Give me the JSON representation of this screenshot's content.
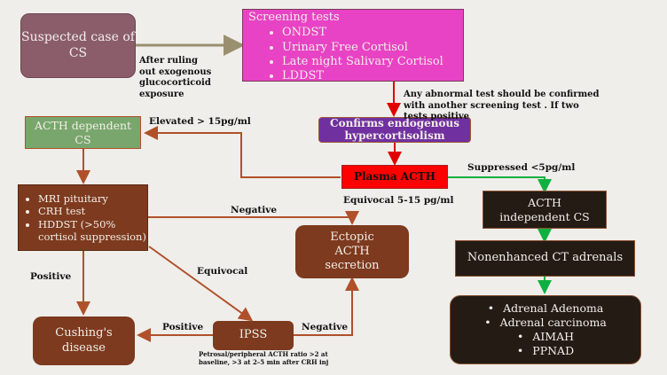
{
  "nodes": {
    "suspected": "Suspected case of CS",
    "screening_title": "Screening tests",
    "screening_items": [
      "ONDST",
      "Urinary Free Cortisol",
      "Late night Salivary Cortisol",
      "LDDST"
    ],
    "confirms": "Confirms endogenous hypercortisolism",
    "plasma_acth": "Plasma ACTH",
    "acth_dependent": "ACTH dependent CS",
    "dependent_tests": [
      "MRI pituitary",
      "CRH test",
      "HDDST (>50% cortisol suppression)"
    ],
    "ectopic": "Ectopic ACTH secretion",
    "cushings": "Cushing's disease",
    "ipss": "IPSS",
    "acth_independent": "ACTH independent CS",
    "ct": "Nonenhanced CT adrenals",
    "adrenal_items": [
      "Adrenal Adenoma",
      "Adrenal carcinoma",
      "AIMAH",
      "PPNAD"
    ]
  },
  "labels": {
    "ruling_out": "After ruling out exogenous glucocorticoid exposure",
    "abnormal": "Any abnormal test should be confirmed with another screening test . If two tests positive",
    "elevated": "Elevated > 15pg/ml",
    "suppressed": "Suppressed <5pg/ml",
    "equivocal_range": "Equivocal 5-15 pg/ml",
    "negative_top": "Negative",
    "positive_left": "Positive",
    "equivocal": "Equivocal",
    "positive_bottom": "Positive",
    "negative_bottom": "Negative",
    "ipss_note": "Petrosal/peripheral ACTH ratio >2 at baseline, >3 at 2–5 min after CRH inj"
  },
  "colors": {
    "suspected": "#8b5d6b",
    "screening": "#e843c4",
    "confirms": "#7030a0",
    "plasma": "#ff0000",
    "dependent": "#79a66c",
    "brown": "#7d3a1e",
    "dark": "#231b14"
  }
}
